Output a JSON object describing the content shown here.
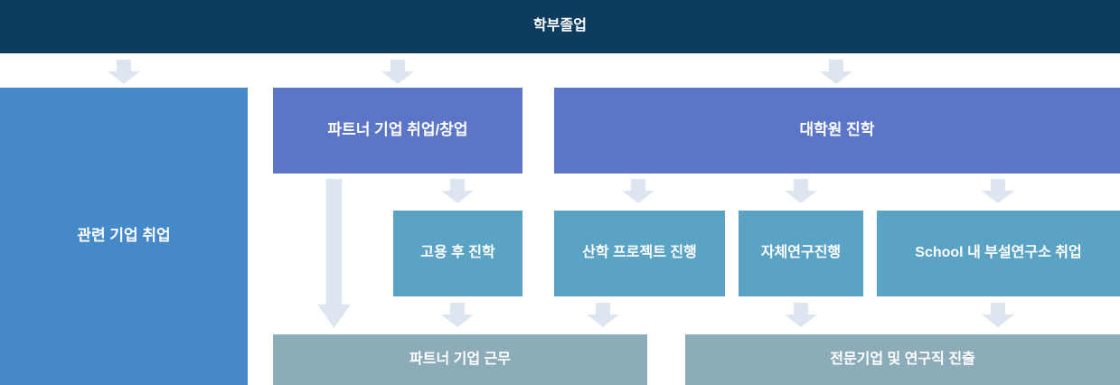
{
  "diagram": {
    "root": {
      "label": "학부졸업"
    },
    "nodes": {
      "related_employment": {
        "label": "관련 기업 취업"
      },
      "partner_employment": {
        "label": "파트너 기업 취업/창업"
      },
      "grad_school": {
        "label": "대학원 진학"
      },
      "study_after_hire": {
        "label": "고용 후 진학"
      },
      "industry_project": {
        "label": "산학 프로젝트 진행"
      },
      "self_research": {
        "label": "자체연구진행"
      },
      "school_institute": {
        "label": "School 내 부설연구소 취업"
      },
      "partner_work": {
        "label": "파트너 기업 근무"
      },
      "professional_advance": {
        "label": "전문기업 및 연구직 진출"
      }
    },
    "edges": [
      {
        "from": "root",
        "to": "related_employment"
      },
      {
        "from": "root",
        "to": "partner_employment"
      },
      {
        "from": "root",
        "to": "grad_school"
      },
      {
        "from": "partner_employment",
        "to": "partner_work"
      },
      {
        "from": "partner_employment",
        "to": "study_after_hire"
      },
      {
        "from": "grad_school",
        "to": "industry_project"
      },
      {
        "from": "grad_school",
        "to": "self_research"
      },
      {
        "from": "grad_school",
        "to": "school_institute"
      },
      {
        "from": "study_after_hire",
        "to": "partner_work"
      },
      {
        "from": "industry_project",
        "to": "partner_work"
      },
      {
        "from": "self_research",
        "to": "professional_advance"
      },
      {
        "from": "school_institute",
        "to": "professional_advance"
      }
    ],
    "colors": {
      "header_bg": "#0D3C5E",
      "primary_blue": "#4589C9",
      "indigo": "#5B76C7",
      "teal": "#5AA3C5",
      "slate": "#8CACBA",
      "arrow": "#DCE5F0",
      "text": "#FFFFFF"
    }
  }
}
